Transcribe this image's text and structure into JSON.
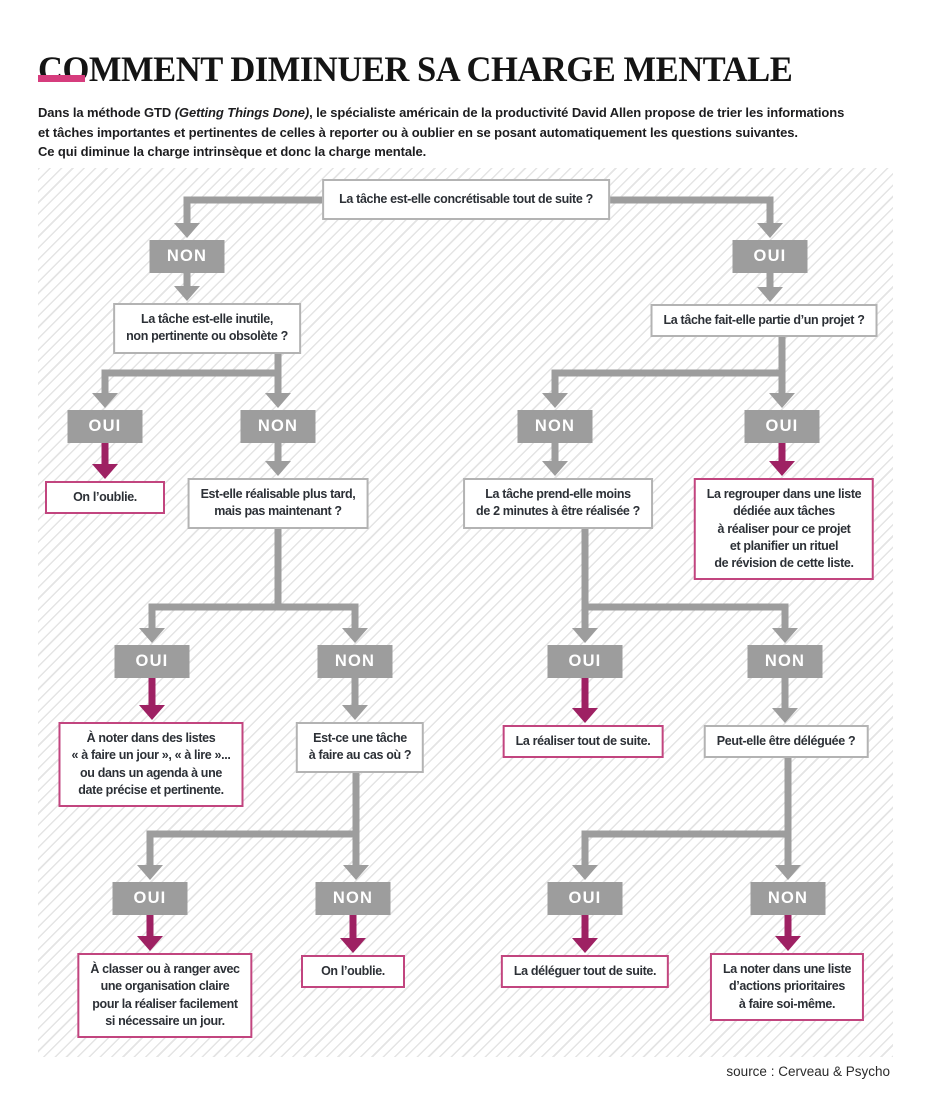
{
  "page": {
    "title": "COMMENT DIMINUER SA CHARGE MENTALE",
    "source": "source : Cerveau & Psycho"
  },
  "intro": {
    "part1": "Dans la méthode GTD ",
    "part2_italic": "(Getting Things Done)",
    "part3": ", le spécialiste américain de la productivité David Allen propose de trier les informations\net tâches importantes et pertinentes de celles à reporter ou à oublier en se posant automatiquement les questions suivantes.\nCe qui diminue la charge intrinsèque et donc la charge mentale."
  },
  "labels": {
    "yes": "OUI",
    "no": "NON"
  },
  "nodes": {
    "q_root": "La tâche est-elle concrétisable tout de suite ?",
    "q_useless": "La tâche est-elle inutile,\nnon pertinente ou obsolète ?",
    "q_project": "La tâche fait-elle partie d’un projet ?",
    "a_forget_1": "On l’oublie.",
    "q_later": "Est-elle réalisable plus tard,\nmais pas maintenant ?",
    "q_two_minutes": "La tâche prend-elle moins\nde 2 minutes à être réalisée ?",
    "a_project_list": "La regrouper dans une liste\ndédiée aux tâches\nà réaliser pour ce projet\net planifier un rituel\nde révision de cette liste.",
    "a_someday_lists": "À noter dans des listes\n« à faire un jour », « à lire »...\nou dans un agenda à une\ndate précise et pertinente.",
    "q_just_in_case": "Est-ce une tâche\nà faire au cas où ?",
    "a_do_now": "La réaliser tout de suite.",
    "q_delegate": "Peut-elle être déléguée ?",
    "a_organize": "À classer ou à ranger avec\nune organisation claire\npour la réaliser facilement\nsi nécessaire un jour.",
    "a_forget_2": "On l’oublie.",
    "a_delegate_now": "La déléguer tout de suite.",
    "a_priority_list": "La noter dans une liste\nd’actions prioritaires\nà faire soi-même."
  },
  "colors": {
    "accent_pink": "#d63c7d",
    "arrow_magenta": "#9e2163",
    "box_border_magenta": "#c2457f",
    "gray": "#9d9d9d"
  }
}
